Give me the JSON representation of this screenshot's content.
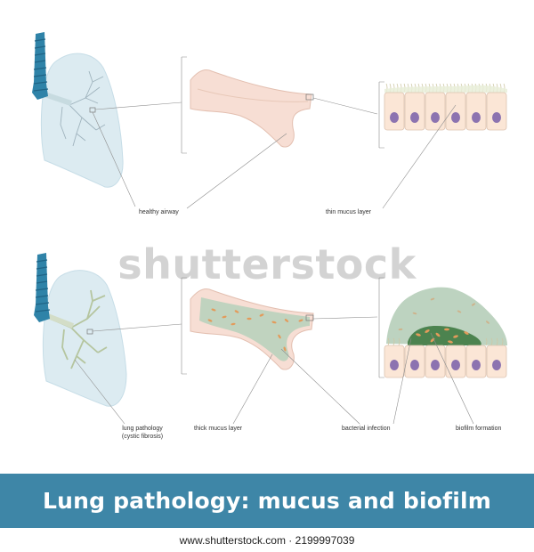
{
  "labels": {
    "healthy_airway": "healthy airway",
    "thin_mucus_layer": "thin mucus layer",
    "lung_pathology_line1": "lung pathology",
    "lung_pathology_line2": "(cystic fibrosis)",
    "thick_mucus_layer": "thick mucus layer",
    "bacterial_infection": "bacterial infection",
    "biofilm_formation": "biofilm formation"
  },
  "banner": {
    "title": "Lung pathology: mucus and biofilm"
  },
  "footer": {
    "id_text": "www.shutterstock.com · 2199997039"
  },
  "watermark": {
    "text": "shutterstock"
  },
  "colors": {
    "trachea": "#2f83a8",
    "lung_fill": "#dcebf1",
    "airway_pink": "#f7ded4",
    "mucus_green": "#b9d1bd",
    "cell_fill": "#fbe6d6",
    "nucleus": "#8c73b0",
    "bacteria": "#e39b5b",
    "banner": "#3e86a7"
  }
}
